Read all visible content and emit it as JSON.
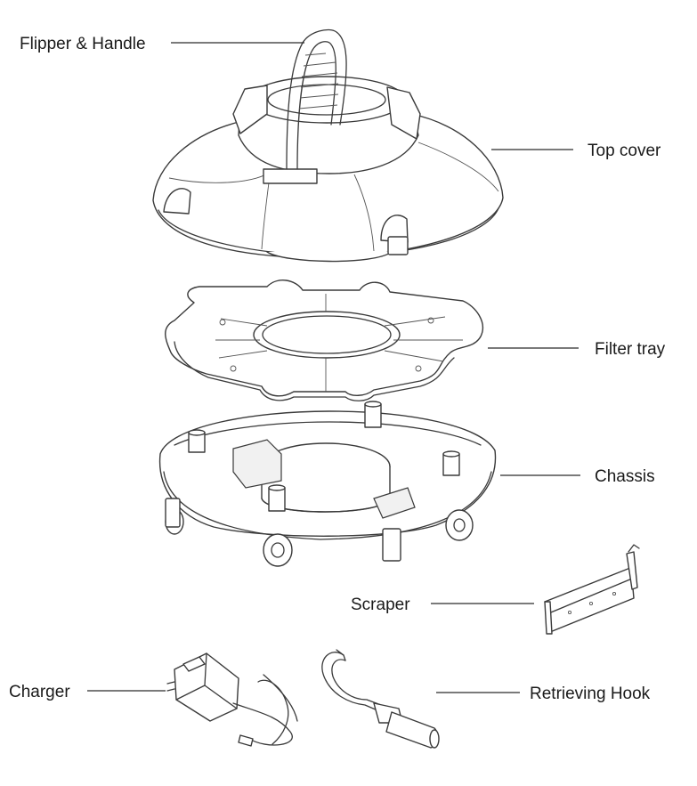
{
  "labels": {
    "flipper_handle": "Flipper & Handle",
    "top_cover": "Top cover",
    "filter_tray": "Filter tray",
    "chassis": "Chassis",
    "scraper": "Scraper",
    "charger": "Charger",
    "retrieving_hook": "Retrieving Hook"
  }
}
